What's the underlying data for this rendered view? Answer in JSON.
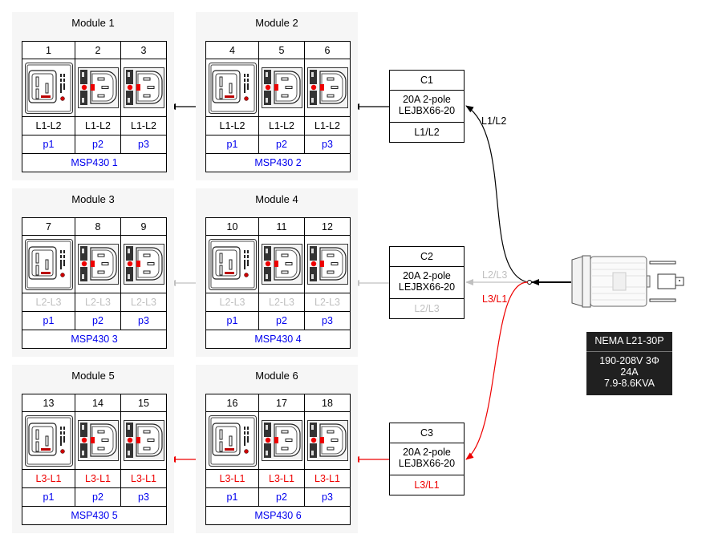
{
  "modules": [
    {
      "title": "Module 1",
      "outlets": [
        "1",
        "2",
        "3"
      ],
      "phase": "L1-L2",
      "phase_color": "black",
      "ports": [
        "p1",
        "p2",
        "p3"
      ],
      "name": "MSP430 1"
    },
    {
      "title": "Module 2",
      "outlets": [
        "4",
        "5",
        "6"
      ],
      "phase": "L1-L2",
      "phase_color": "black",
      "ports": [
        "p1",
        "p2",
        "p3"
      ],
      "name": "MSP430 2"
    },
    {
      "title": "Module 3",
      "outlets": [
        "7",
        "8",
        "9"
      ],
      "phase": "L2-L3",
      "phase_color": "gray",
      "ports": [
        "p1",
        "p2",
        "p3"
      ],
      "name": "MSP430 3"
    },
    {
      "title": "Module 4",
      "outlets": [
        "10",
        "11",
        "12"
      ],
      "phase": "L2-L3",
      "phase_color": "gray",
      "ports": [
        "p1",
        "p2",
        "p3"
      ],
      "name": "MSP430 4"
    },
    {
      "title": "Module 5",
      "outlets": [
        "13",
        "14",
        "15"
      ],
      "phase": "L3-L1",
      "phase_color": "red",
      "ports": [
        "p1",
        "p2",
        "p3"
      ],
      "name": "MSP430 5"
    },
    {
      "title": "Module 6",
      "outlets": [
        "16",
        "17",
        "18"
      ],
      "phase": "L3-L1",
      "phase_color": "red",
      "ports": [
        "p1",
        "p2",
        "p3"
      ],
      "name": "MSP430 6"
    }
  ],
  "breakers": [
    {
      "name": "C1",
      "rating": "20A 2-pole",
      "model": "LEJBX66-20",
      "phase": "L1/L2",
      "phase_color": "black"
    },
    {
      "name": "C2",
      "rating": "20A 2-pole",
      "model": "LEJBX66-20",
      "phase": "L2/L3",
      "phase_color": "gray"
    },
    {
      "name": "C3",
      "rating": "20A 2-pole",
      "model": "LEJBX66-20",
      "phase": "L3/L1",
      "phase_color": "red"
    }
  ],
  "wire_labels": {
    "l1l2": "L1/L2",
    "l2l3": "L2/L3",
    "l3l1": "L3/L1"
  },
  "colors": {
    "black": "#000000",
    "gray": "#c0c0c0",
    "red": "#ee0000",
    "link": "#0000ee",
    "cluster_bg": "#f6f6f6",
    "nema_bg": "#202020"
  },
  "inlet": {
    "title": "NEMA L21-30P",
    "voltage": "190-208V 3Φ",
    "current": "24A",
    "power": "7.9-8.6KVA"
  }
}
